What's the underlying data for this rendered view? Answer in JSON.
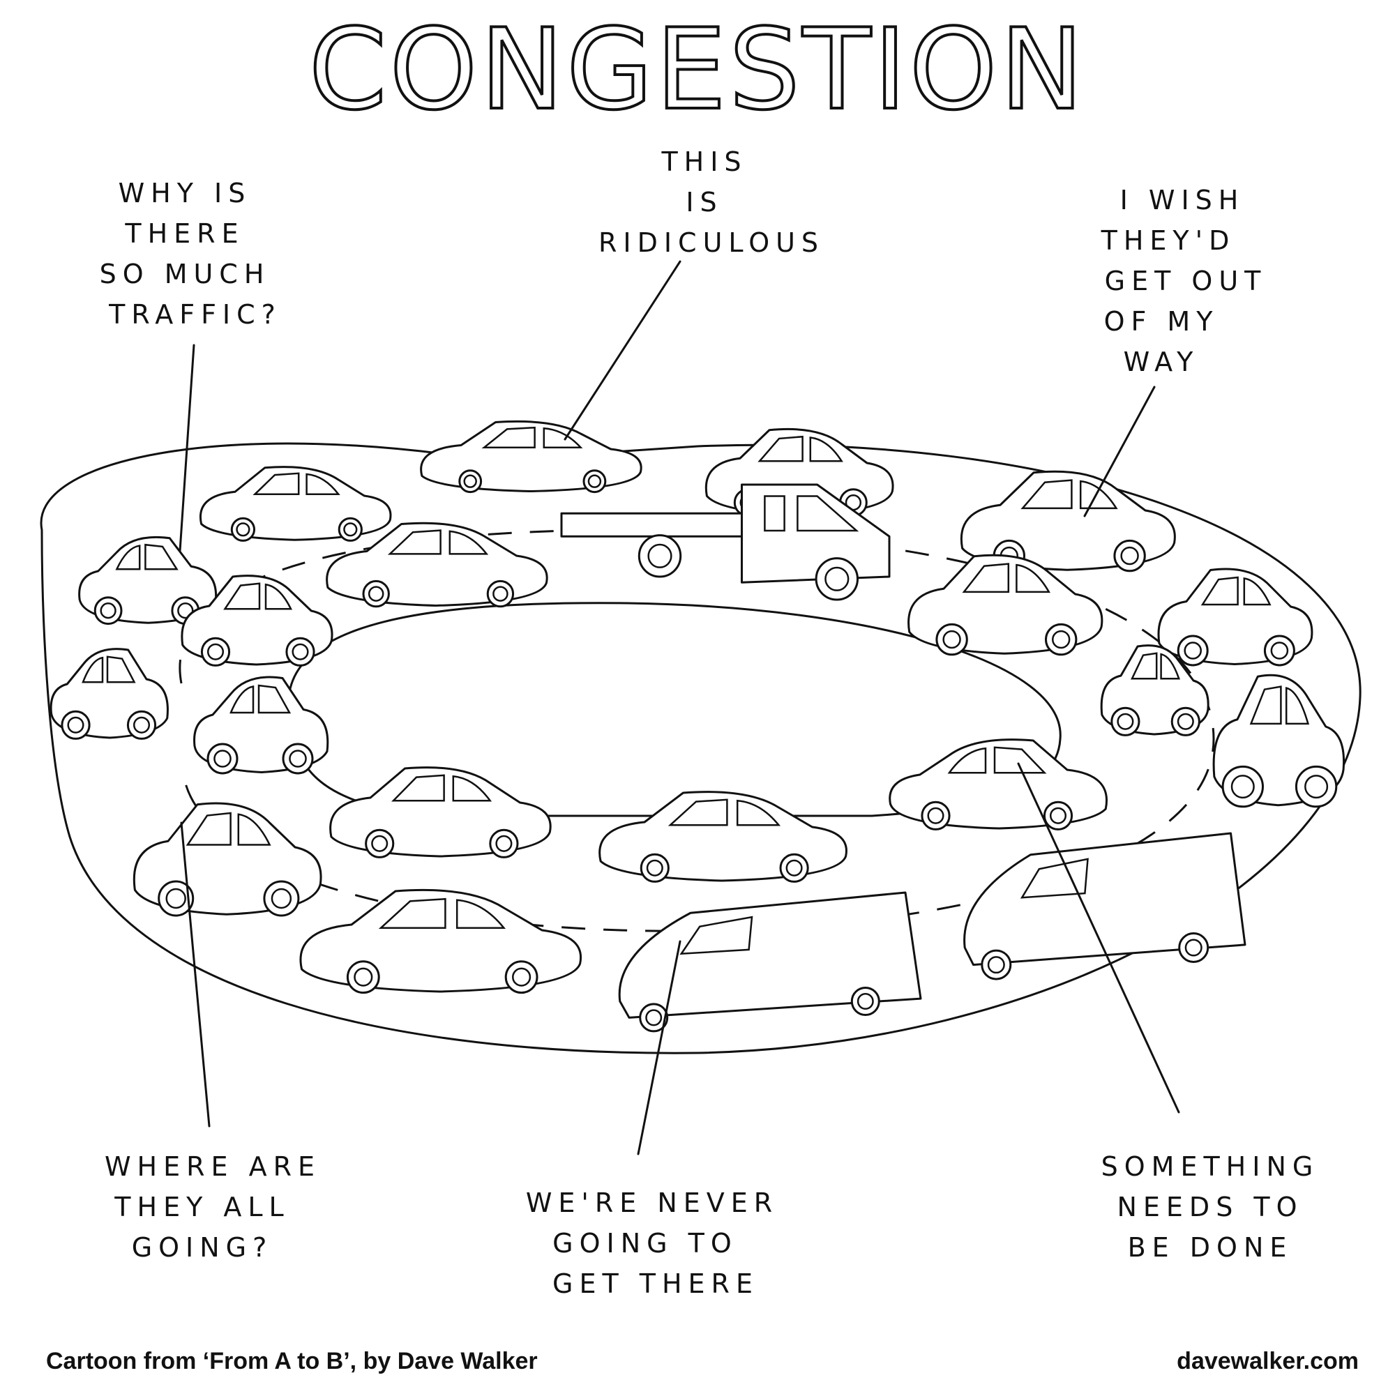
{
  "title": "CONGESTION",
  "quotes": {
    "top_left": [
      "WHY IS",
      "THERE",
      "SO MUCH",
      "TRAFFIC?"
    ],
    "top_center": [
      "THIS",
      "IS",
      "RIDICULOUS"
    ],
    "top_right": [
      "I WISH",
      "THEY'D",
      "GET OUT",
      "OF MY",
      "WAY"
    ],
    "bottom_left": [
      "WHERE ARE",
      "THEY ALL",
      "GOING?"
    ],
    "bottom_center": [
      "WE'RE NEVER",
      "GOING TO",
      "GET THERE"
    ],
    "bottom_right": [
      "SOMETHING",
      "NEEDS TO",
      "BE DONE"
    ]
  },
  "footer": {
    "credit": "Cartoon from ‘From A to B’, by Dave Walker",
    "website": "davewalker.com"
  }
}
